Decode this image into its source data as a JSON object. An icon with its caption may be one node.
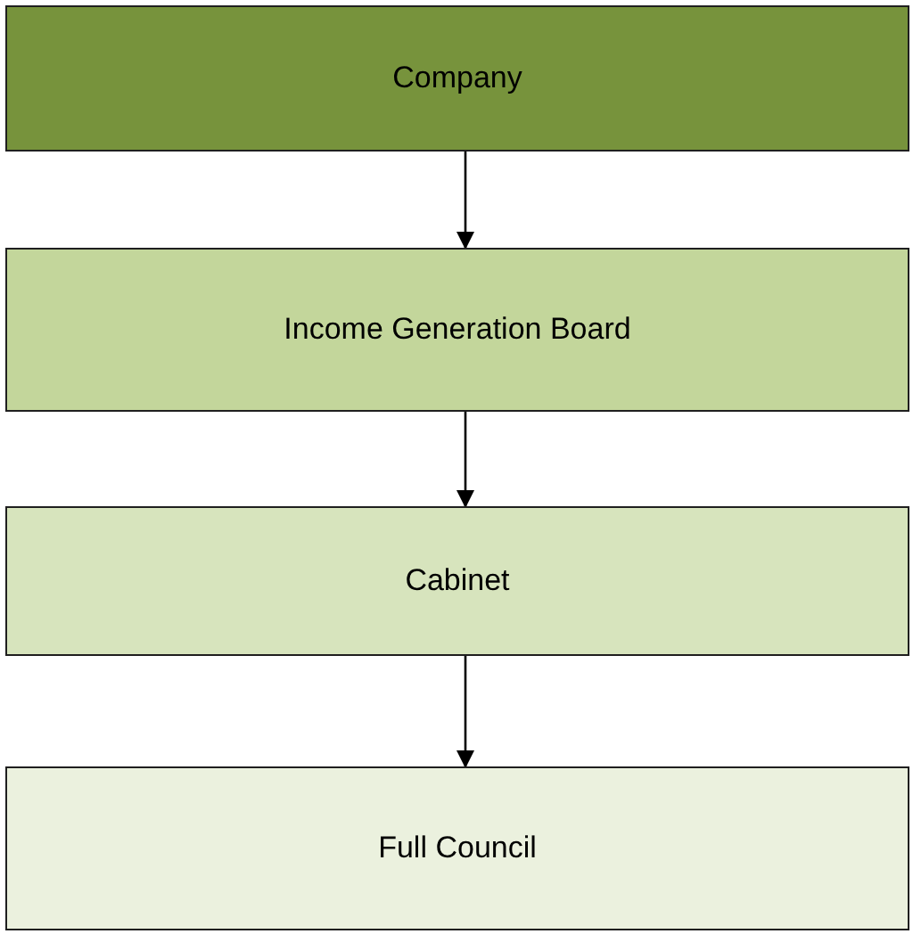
{
  "diagram": {
    "nodes": [
      {
        "text": [
          "Company"
        ]
      },
      {
        "text": [
          "Income Generation Board"
        ]
      },
      {
        "text": [
          "Cabinet"
        ]
      },
      {
        "text": [
          "Full Council"
        ]
      }
    ],
    "edges": [
      {
        "from": 0,
        "to": 1,
        "arrow": "to"
      },
      {
        "from": 1,
        "to": 2,
        "arrow": "to"
      },
      {
        "from": 2,
        "to": 3,
        "arrow": "to"
      }
    ]
  }
}
